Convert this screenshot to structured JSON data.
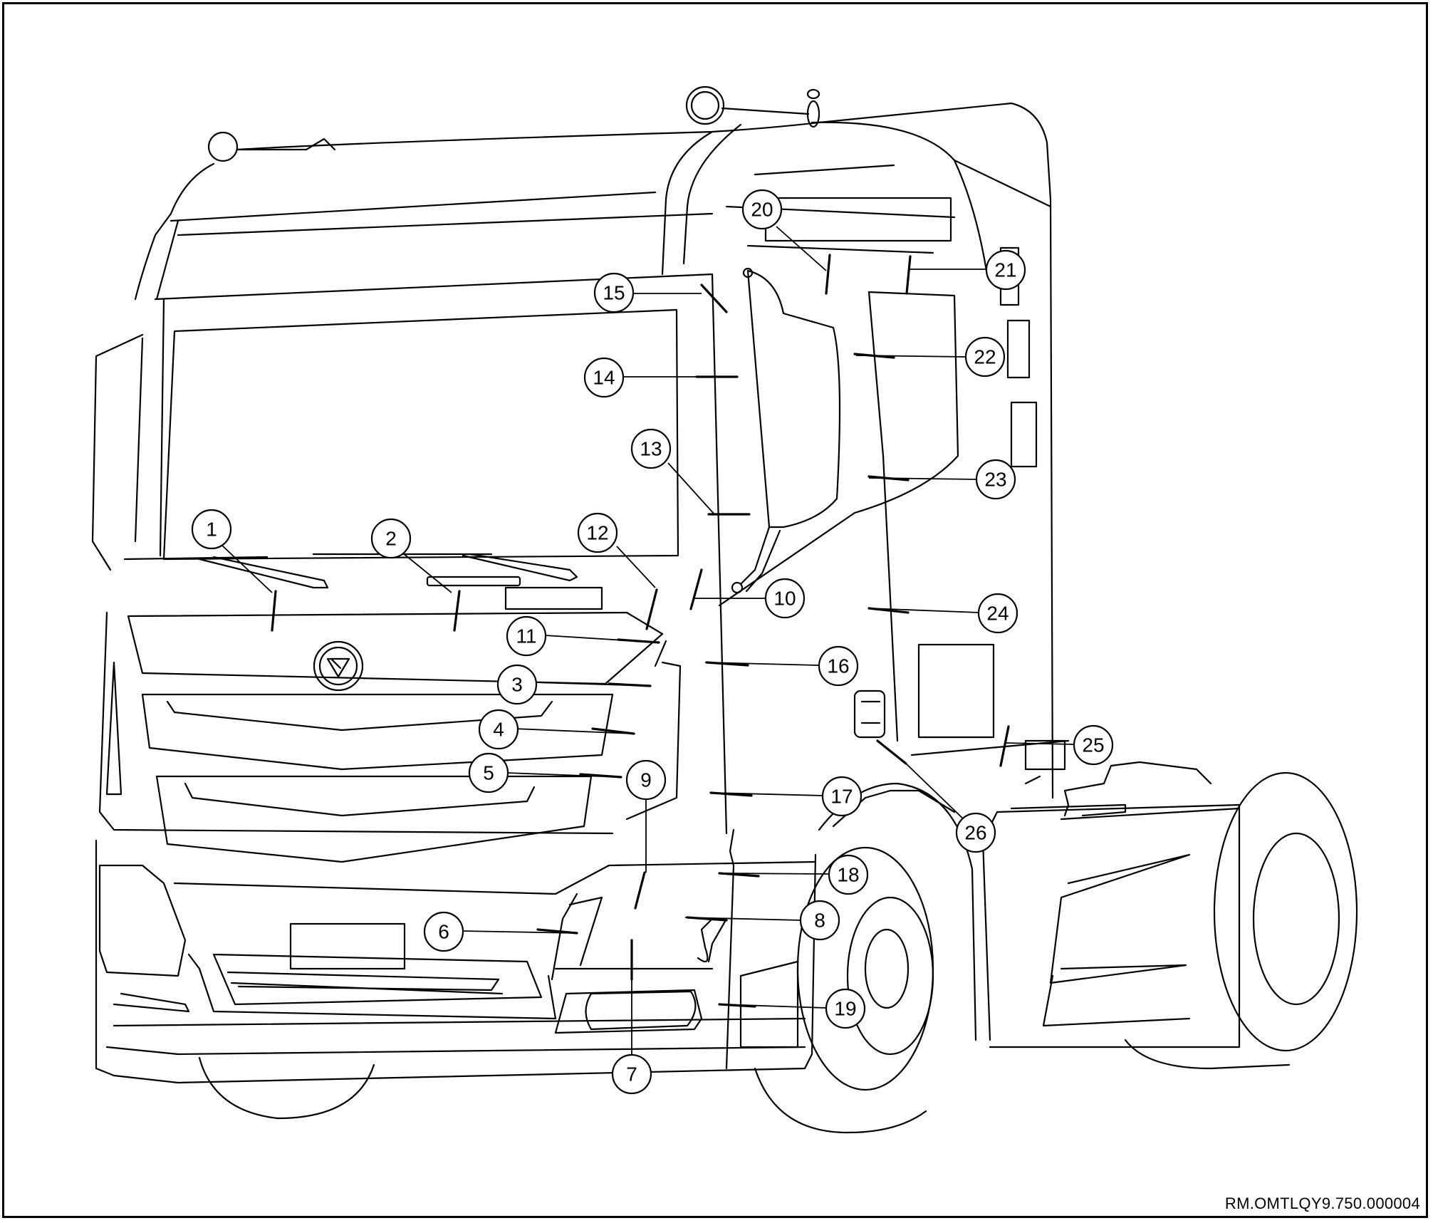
{
  "document_ref": "RM.OMTLQY9.750.000004",
  "callouts": [
    "1",
    "2",
    "3",
    "4",
    "5",
    "6",
    "7",
    "8",
    "9",
    "10",
    "11",
    "12",
    "13",
    "14",
    "15",
    "16",
    "17",
    "18",
    "19",
    "20",
    "21",
    "22",
    "23",
    "24",
    "25",
    "26"
  ]
}
